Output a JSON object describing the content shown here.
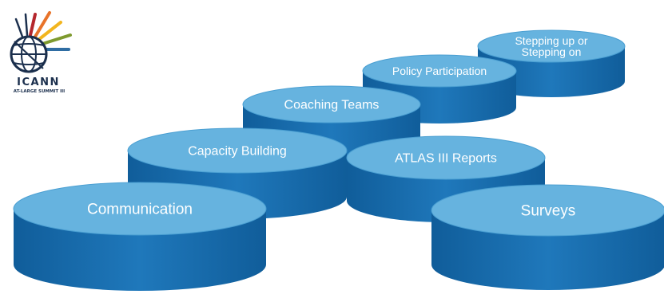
{
  "logo": {
    "name": "ICANN",
    "tagline": "AT-LARGE SUMMIT III"
  },
  "disks": [
    {
      "id": "stepping",
      "lines": [
        "Stepping up or",
        "Stepping on"
      ]
    },
    {
      "id": "policy",
      "lines": [
        "Policy Participation"
      ]
    },
    {
      "id": "coaching",
      "lines": [
        "Coaching Teams"
      ]
    },
    {
      "id": "capacity",
      "lines": [
        "Capacity Building"
      ]
    },
    {
      "id": "atlas",
      "lines": [
        "ATLAS III Reports"
      ]
    },
    {
      "id": "communication",
      "lines": [
        "Communication"
      ]
    },
    {
      "id": "surveys",
      "lines": [
        "Surveys"
      ]
    }
  ],
  "colors": {
    "disk_top": "#66b3df",
    "disk_top_edge": "#4a9fd2",
    "disk_side_mid": "#1f78bb",
    "disk_side_dark": "#105d9a",
    "label": "#ffffff",
    "logo_navy": "#1b2f4d",
    "ray_red": "#b5272d",
    "ray_orange": "#e8732a",
    "ray_yellow": "#f2b51f",
    "ray_green": "#7e9a2e",
    "ray_blue": "#2f6da3"
  }
}
